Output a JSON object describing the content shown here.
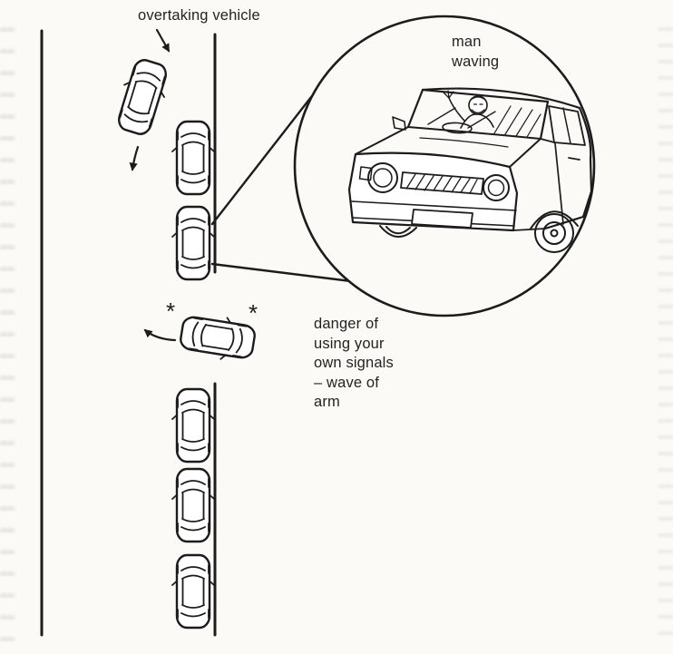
{
  "colors": {
    "paper": "#fbfaf6",
    "ink": "#1c1c1c"
  },
  "labels": {
    "overtaking_vehicle": "overtaking vehicle",
    "man_waving_lines": [
      "man",
      "waving"
    ],
    "danger_note_lines": [
      "danger of",
      "using your",
      "own signals",
      "– wave of",
      "arm"
    ],
    "asterisk": "*"
  }
}
